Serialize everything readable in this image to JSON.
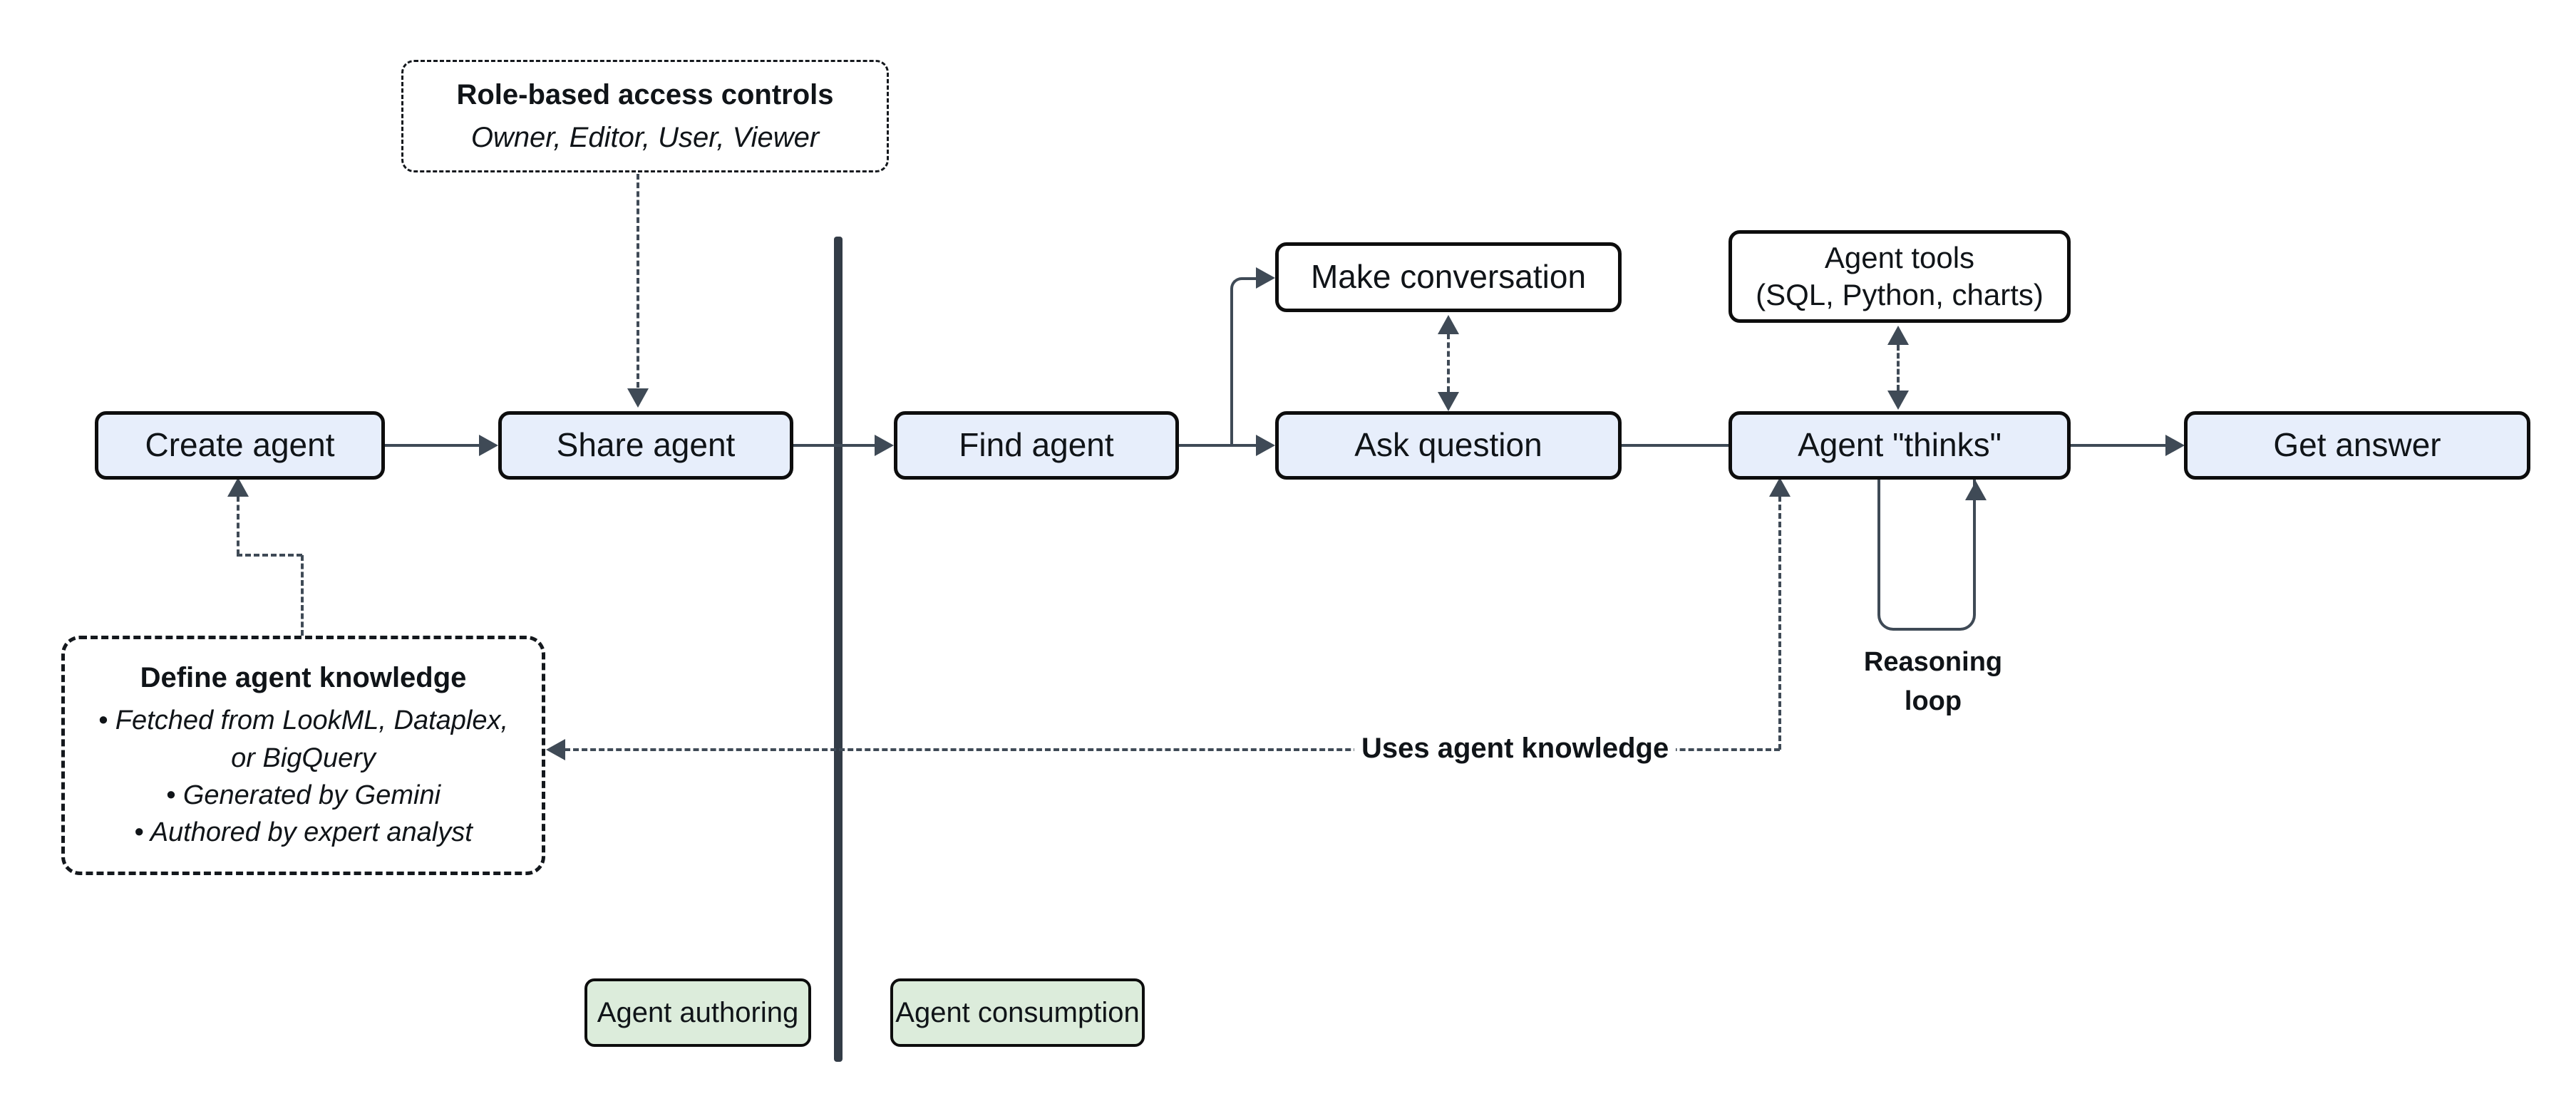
{
  "nodes": {
    "create_agent": {
      "label": "Create agent"
    },
    "share_agent": {
      "label": "Share agent"
    },
    "find_agent": {
      "label": "Find agent"
    },
    "make_conversation": {
      "label": "Make conversation"
    },
    "ask_question": {
      "label": "Ask question"
    },
    "agent_tools": {
      "label": "Agent tools\n(SQL, Python, charts)"
    },
    "agent_thinks": {
      "label": "Agent \"thinks\""
    },
    "get_answer": {
      "label": "Get answer"
    },
    "role_access": {
      "title": "Role-based access controls",
      "subtitle": "Owner, Editor, User, Viewer"
    },
    "define_knowledge": {
      "title": "Define agent knowledge",
      "bullets": [
        "• Fetched from LookML, Dataplex,\nor BigQuery",
        "• Generated by Gemini",
        "• Authored by expert analyst"
      ]
    },
    "agent_authoring": {
      "label": "Agent authoring"
    },
    "agent_consumption": {
      "label": "Agent consumption"
    }
  },
  "labels": {
    "uses_agent_knowledge": "Uses agent knowledge",
    "reasoning_loop": "Reasoning\nloop"
  },
  "colors": {
    "blue": "#e7eefb",
    "green": "#dcecdb",
    "white": "#ffffff",
    "border": "#0d0d0d",
    "line": "#3f4a56",
    "divider": "#333c47",
    "text": "#101418",
    "bg": "#ffffff"
  }
}
